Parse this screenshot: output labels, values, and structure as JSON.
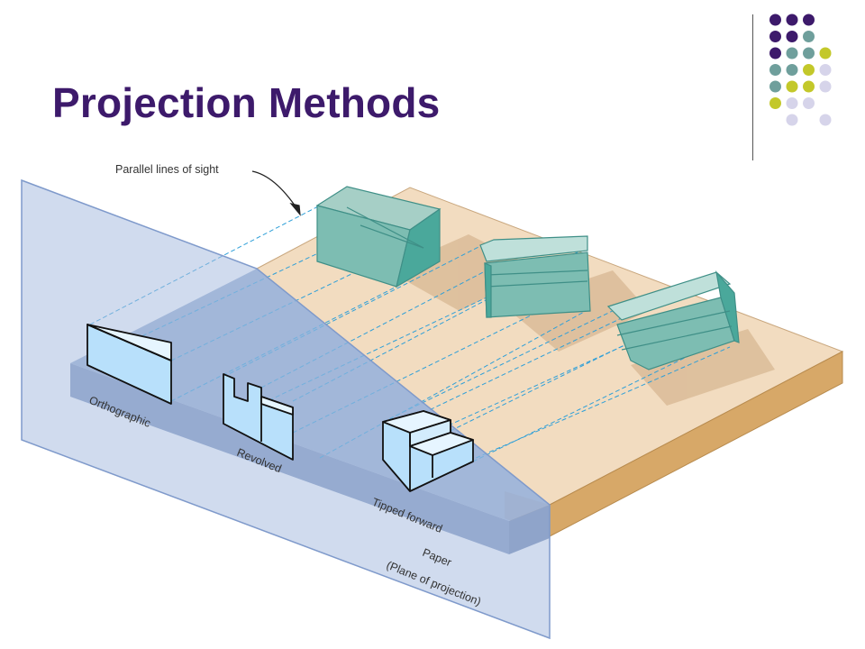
{
  "slide": {
    "title": "Projection Methods",
    "colors": {
      "title": "#3d1a6b",
      "dot_purple": "#3d1a6b",
      "dot_teal": "#6f9f9c",
      "dot_lime": "#c3c82a",
      "dot_lavender": "#d6d4ea"
    }
  },
  "diagram": {
    "annotation": "Parallel lines of sight",
    "views": [
      "Orthographic",
      "Revolved",
      "Tipped forward"
    ],
    "paper_label_line1": "Paper",
    "paper_label_line2": "(Plane of projection)"
  }
}
